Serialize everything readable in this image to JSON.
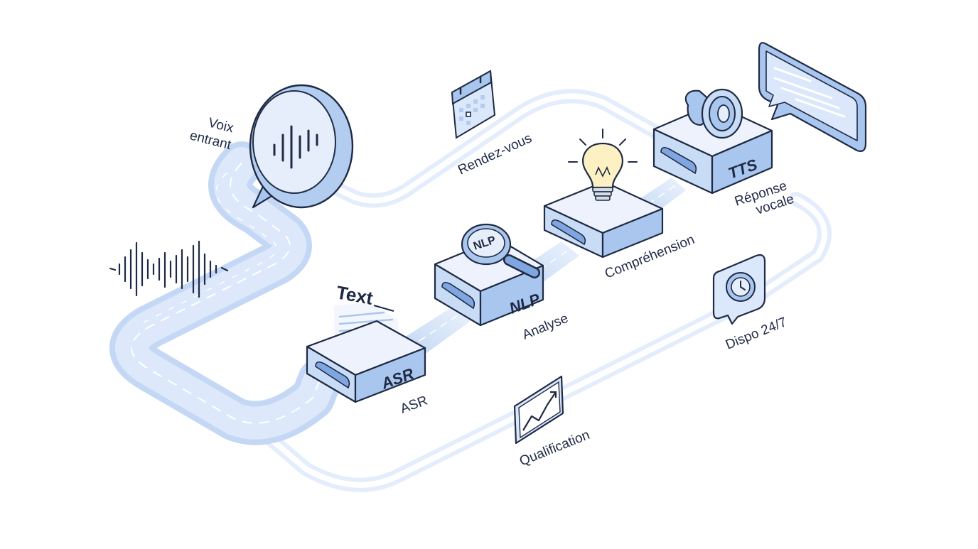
{
  "diagram": {
    "labels": {
      "voice_in_line1": "Voix",
      "voice_in_line2": "entrant",
      "rendezvous": "Rendez-vous",
      "asr_caption": "ASR",
      "analyse": "Analyse",
      "comprehension": "Compréhension",
      "reponse_line1": "Réponse",
      "reponse_line2": "vocale",
      "dispo": "Dispo 24/7",
      "qualification": "Qualification"
    },
    "nodes": {
      "asr": "ASR",
      "nlp": "NLP",
      "tts": "TTS",
      "text_doc": "Text",
      "magnifier": "NLP"
    },
    "icons": [
      "speech-bubble-wave-icon",
      "sound-wave-icon",
      "calendar-icon",
      "text-document-icon",
      "magnifier-icon",
      "lightbulb-icon",
      "speaker-icon",
      "chat-bubble-icon",
      "phone-clock-icon",
      "chart-icon"
    ],
    "colors": {
      "stroke": "#1f2a44",
      "fill_light": "#e9f0fb",
      "fill_blue": "#c9dcf6",
      "fill_mid": "#a9c6ee",
      "flow": "#bcd3f3",
      "bulb": "#fdf1c4"
    }
  }
}
